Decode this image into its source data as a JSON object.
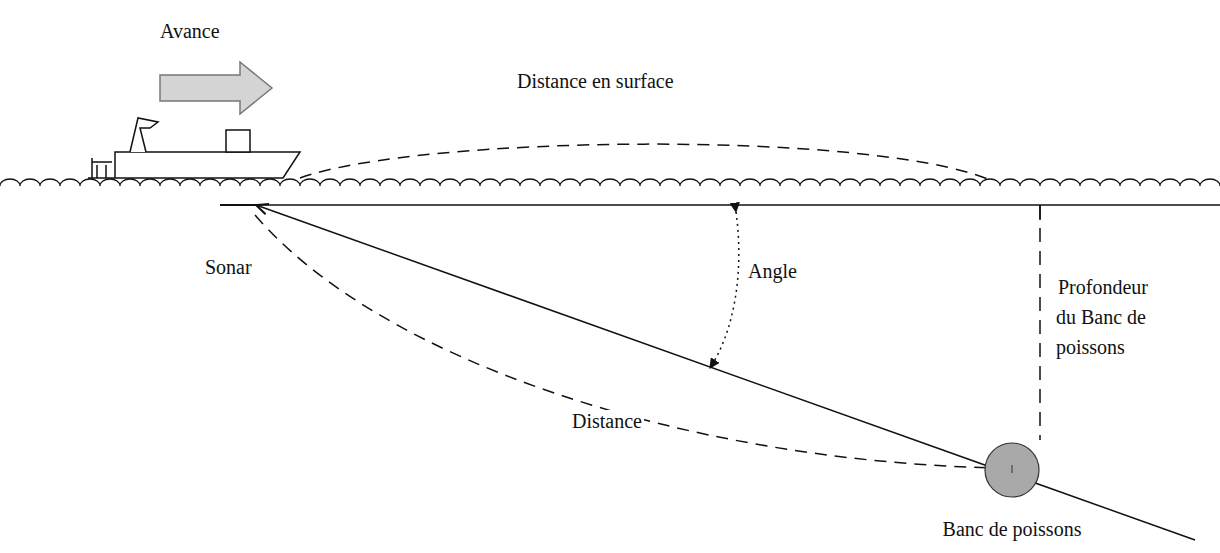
{
  "diagram": {
    "nodes": [
      {
        "text": [
          "Banc de poissons"
        ]
      }
    ],
    "labels": [
      "Avance",
      "Distance en surface",
      "Sonar",
      "Angle",
      "Profondeur du Banc de poissons",
      "Distance"
    ]
  }
}
